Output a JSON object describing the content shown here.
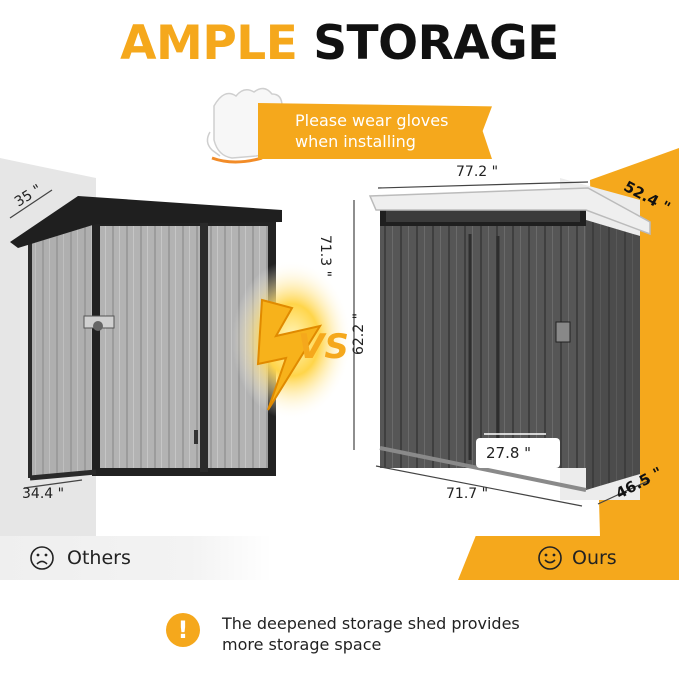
{
  "title": {
    "word1": "AMPLE",
    "word2": "STORAGE"
  },
  "gloves_note": "Please wear gloves when installing",
  "others_shed": {
    "depth": "35 \"",
    "height": "71.3 \"",
    "width": "34.4 \"",
    "label": "Others",
    "face": "sad"
  },
  "vs_text": "VS",
  "ours_shed": {
    "width_top": "77.2 \"",
    "depth_top": "52.4 \"",
    "height": "62.2 \"",
    "door_width": "27.8 \"",
    "width_bottom": "71.7 \"",
    "depth_bottom": "46.5 \"",
    "label": "Ours",
    "face": "happy"
  },
  "footer_note": "The deepened storage shed provides more storage space",
  "warning_symbol": "!",
  "colors": {
    "accent": "#f5a81c",
    "shed_grey": "#a9a9a9",
    "shed_dark": "#4d4d4d",
    "trim": "#2a2a2a"
  }
}
